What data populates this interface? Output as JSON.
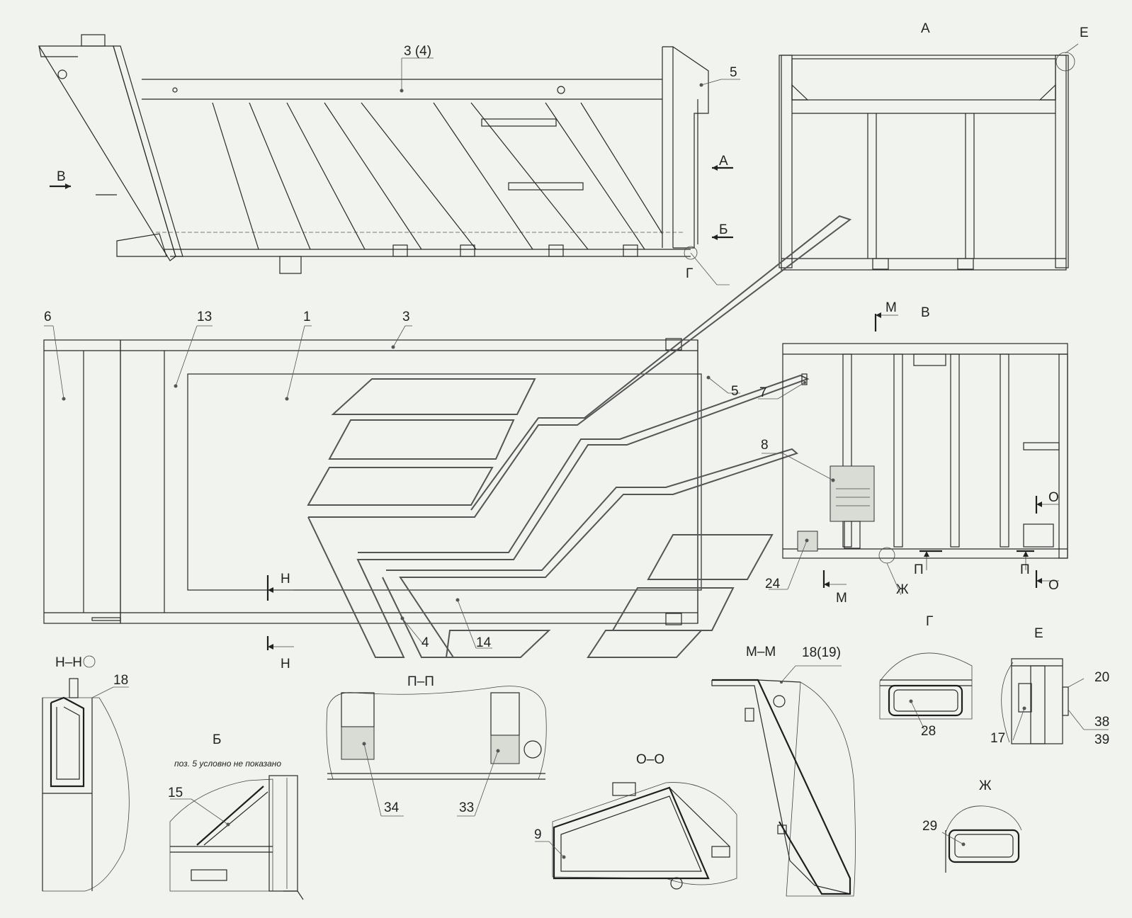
{
  "labels": {
    "p3_4": "3 (4)",
    "p5_top": "5",
    "view_A": "А",
    "view_E": "Е",
    "arrow_V": "В",
    "arrow_A": "А",
    "arrow_B": "Б",
    "arrow_G": "Г",
    "p6": "6",
    "p13": "13",
    "p1": "1",
    "p3": "3",
    "p5_mid": "5",
    "p7": "7",
    "p8": "8",
    "p24": "24",
    "p4": "4",
    "p14": "14",
    "view_V": "В",
    "sec_M_top": "М",
    "sec_M_bot": "М",
    "sec_O_top": "О",
    "sec_O_bot": "О",
    "sec_P1": "П",
    "sec_P2": "П",
    "sec_Zh": "Ж",
    "sec_H_top": "Н",
    "sec_H_bot": "Н",
    "title_HH": "Н–Н",
    "p18": "18",
    "title_B": "Б",
    "note_B": "поз. 5 условно не показано",
    "p15": "15",
    "title_PP": "П–П",
    "p34": "34",
    "p33": "33",
    "title_OO": "О–О",
    "p9": "9",
    "title_MM": "М–М",
    "p18_19": "18(19)",
    "title_G": "Г",
    "p28": "28",
    "title_E": "Е",
    "p20": "20",
    "p17": "17",
    "p38": "38",
    "p39": "39",
    "title_Zh": "Ж",
    "p29": "29"
  }
}
